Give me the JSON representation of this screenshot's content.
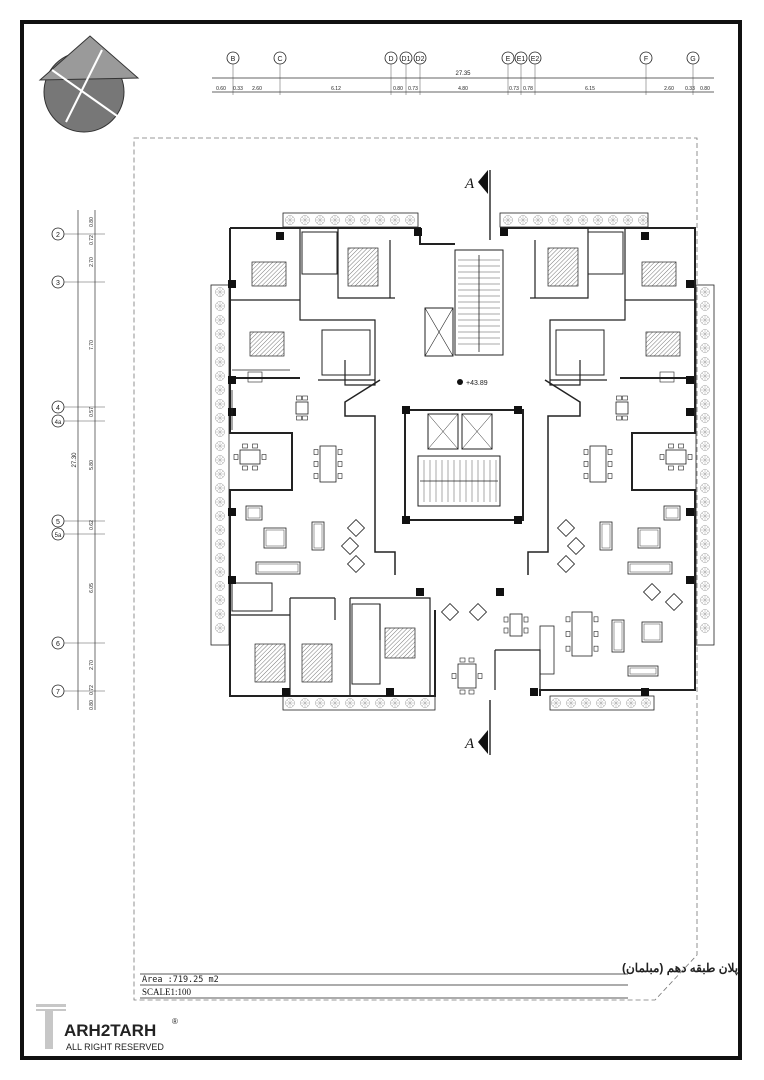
{
  "title_block": {
    "area_text": "Area :719.25  m2",
    "scale_text": "SCALE1:100",
    "plan_title": "پلان طبقه دهم (مبلمان)"
  },
  "level_mark": "+43.89",
  "section_marks": {
    "top": "A",
    "bottom": "A"
  },
  "grid_top": {
    "labels": [
      "B",
      "C",
      "D",
      "D1",
      "D2",
      "E",
      "E1",
      "E2",
      "F",
      "G"
    ],
    "overall": "27.35",
    "segments": [
      "0.60",
      "0.33",
      "2.60",
      "6.12",
      "0.80",
      "0.73",
      "4.80",
      "0.73",
      "0.78",
      "6.15",
      "2.60",
      "0.33",
      "0.80"
    ]
  },
  "grid_left": {
    "labels": [
      "2",
      "3",
      "4",
      "4a",
      "5",
      "5a",
      "6",
      "7"
    ],
    "overall": "27.30",
    "segments": [
      "0.80",
      "0.72",
      "2.70",
      "7.70",
      "0.57",
      "5.80",
      "0.62",
      "6.05",
      "2.70",
      "0.72",
      "0.80"
    ]
  },
  "logo": {
    "brand": "ARH2TARH",
    "tagline": "ALL RIGHT RESERVED",
    "reg": "®"
  },
  "colors": {
    "line": "#222222",
    "hatch": "#555555",
    "fill_dark": "#111111",
    "tree": "#888888"
  }
}
